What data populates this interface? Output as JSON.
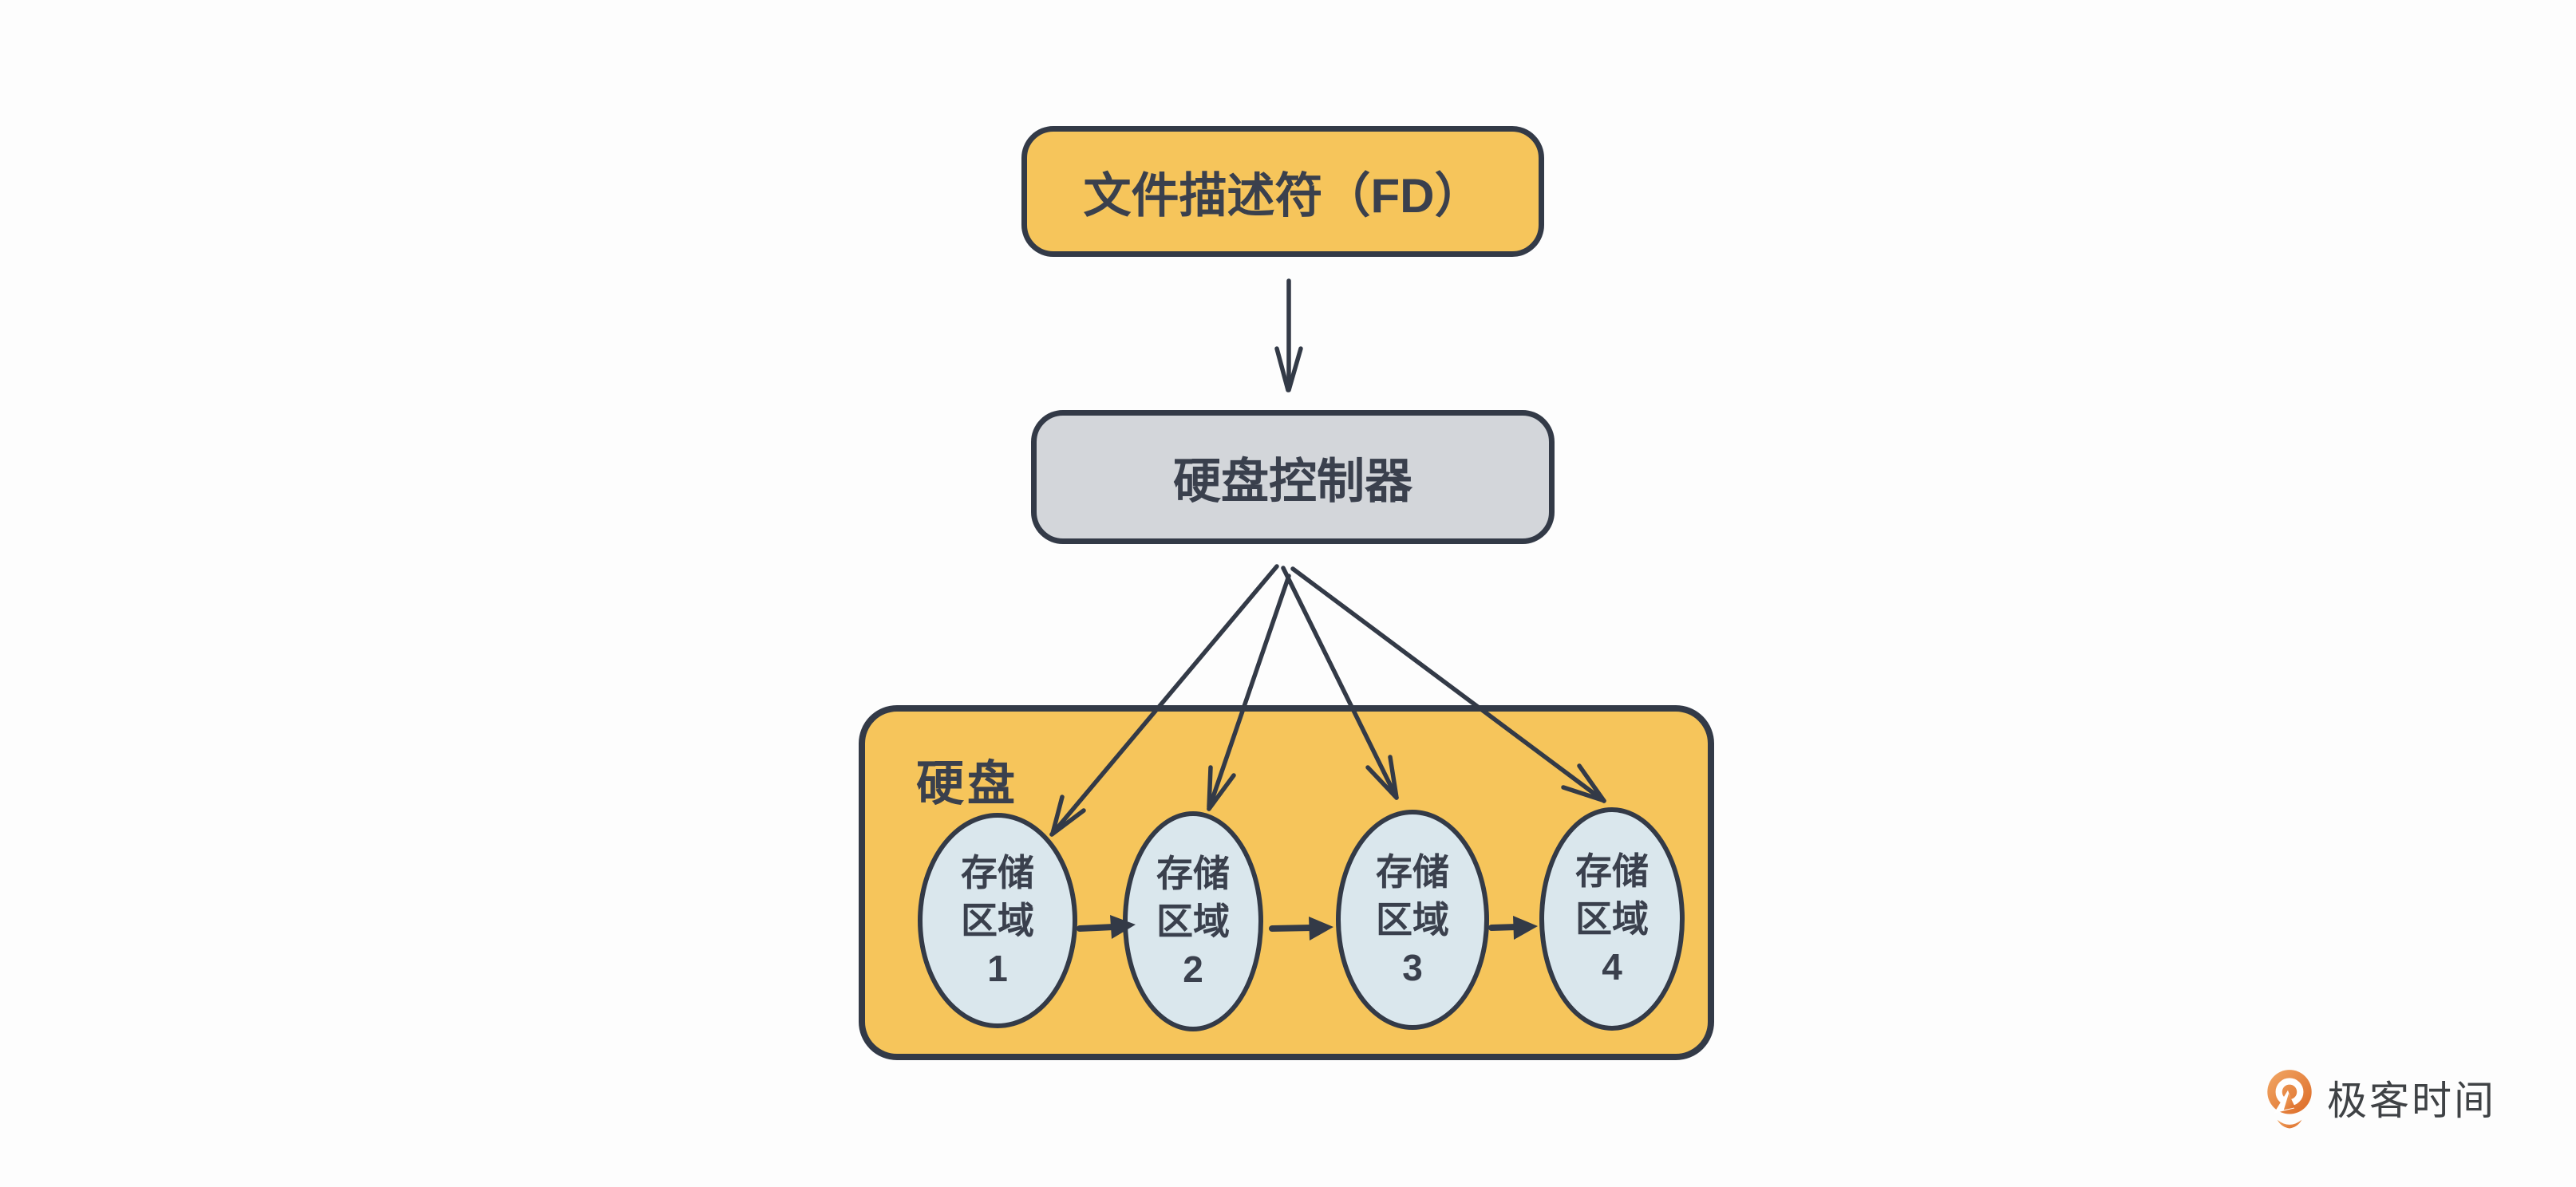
{
  "diagram": {
    "fd_box": {
      "label": "文件描述符（FD）"
    },
    "controller_box": {
      "label": "硬盘控制器"
    },
    "disk_box": {
      "label": "硬盘"
    },
    "storage_areas": [
      {
        "line1": "存储",
        "line2": "区域",
        "number": "1"
      },
      {
        "line1": "存储",
        "line2": "区域",
        "number": "2"
      },
      {
        "line1": "存储",
        "line2": "区域",
        "number": "3"
      },
      {
        "line1": "存储",
        "line2": "区域",
        "number": "4"
      }
    ],
    "connections": [
      "文件描述符（FD） -> 硬盘控制器",
      "硬盘控制器 -> 存储区域1",
      "硬盘控制器 -> 存储区域2",
      "硬盘控制器 -> 存储区域3",
      "硬盘控制器 -> 存储区域4",
      "存储区域1 -> 存储区域2",
      "存储区域2 -> 存储区域3",
      "存储区域3 -> 存储区域4"
    ]
  },
  "brand": {
    "logo_text": "极客时间",
    "logo_icon": "geektime-logo-icon"
  },
  "colors": {
    "bg": "#FDFDFD",
    "stroke": "#333A47",
    "text": "#3A404D",
    "box_yellow": "#F6C55B",
    "box_gray": "#D3D6DA",
    "ellipse_blue": "#DAE7ED",
    "logo_orange_light": "#F2A866",
    "logo_orange_dark": "#DC6A26",
    "logo_text_color": "#3F4245"
  }
}
